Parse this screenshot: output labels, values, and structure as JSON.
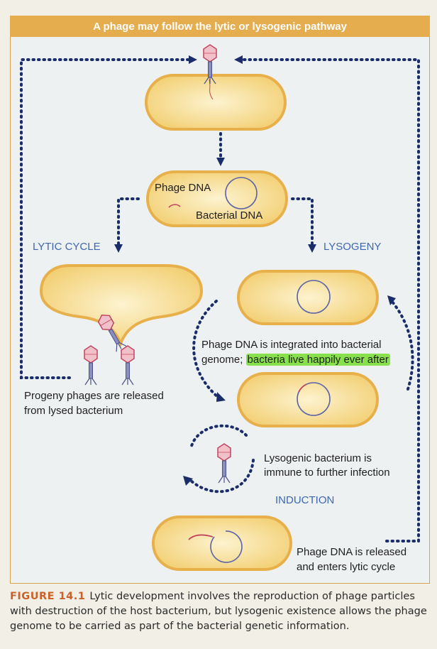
{
  "title": "A phage may follow the lytic or lysogenic pathway",
  "labels": {
    "phage_dna": "Phage DNA",
    "bacterial_dna": "Bacterial DNA",
    "lytic_cycle": "LYTIC CYCLE",
    "lysogeny": "LYSOGENY",
    "integrated_1": "Phage DNA is integrated into bacterial",
    "integrated_2a": "genome;",
    "integrated_2b": "bacteria live happily ever after",
    "progeny_1": "Progeny phages are released",
    "progeny_2": "from lysed bacterium",
    "immune_1": "Lysogenic bacterium is",
    "immune_2": "immune to further infection",
    "induction": "INDUCTION",
    "released_1": "Phage DNA is released",
    "released_2": "and enters lytic cycle"
  },
  "caption": {
    "figure": "FIGURE 14.1",
    "text": "Lytic development involves the reproduction of phage particles with destruction of the host bacterium, but lysogenic existence allows the phage genome to be carried as part of the bacterial genetic information."
  },
  "colors": {
    "banner": "#e5ad4d",
    "cell_fill": "#f4d98a",
    "cell_stroke": "#e7b04a",
    "dots": "#1a2c6a",
    "label_blue": "#3f67b0",
    "highlight": "#88e04d",
    "phage": "#c0455f"
  }
}
